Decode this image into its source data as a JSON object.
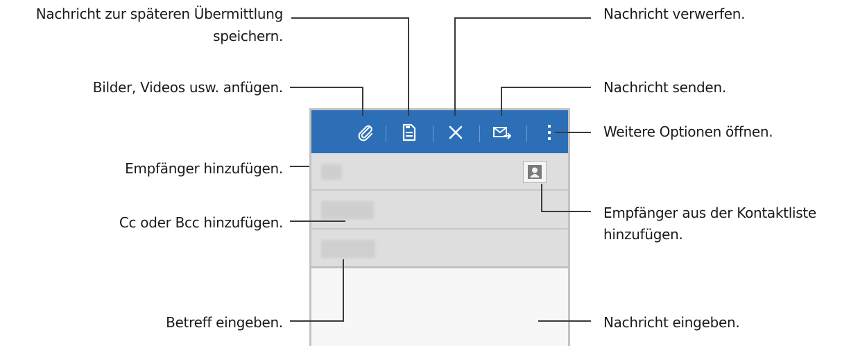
{
  "annotations": {
    "save_later": "Nachricht zur späteren Übermittlung",
    "save_later_2": "speichern.",
    "attach": "Bilder, Videos usw. anfügen.",
    "add_recipient": "Empfänger hinzufügen.",
    "add_cc_bcc": "Cc oder Bcc hinzufügen.",
    "enter_subject": "Betreff eingeben.",
    "discard": "Nachricht verwerfen.",
    "send": "Nachricht senden.",
    "more_options": "Weitere Optionen öffnen.",
    "add_from_contacts": "Empfänger aus der Kontaktliste",
    "add_from_contacts_2": "hinzufügen.",
    "enter_message": "Nachricht eingeben."
  },
  "toolbar": {
    "icons": [
      "paperclip-icon",
      "save-icon",
      "close-icon",
      "send-mail-icon",
      "more-vert-icon"
    ]
  },
  "colors": {
    "actionbar": "#2c6fb7",
    "field_bg": "#dedede",
    "leader": "#3a3a3a"
  }
}
